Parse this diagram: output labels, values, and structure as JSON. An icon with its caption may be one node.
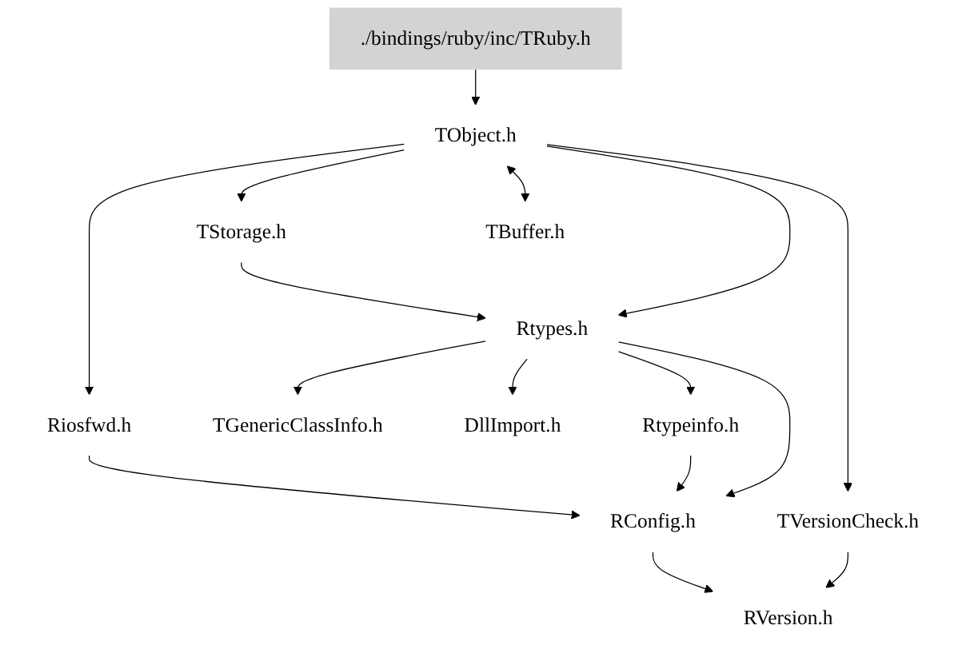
{
  "diagram": {
    "nodes": [
      {
        "text": [
          "./bindings/ruby/inc/TRuby.h"
        ]
      },
      {
        "text": [
          "TObject.h"
        ]
      },
      {
        "text": [
          "TStorage.h"
        ]
      },
      {
        "text": [
          "TBuffer.h"
        ]
      },
      {
        "text": [
          "Riosfwd.h"
        ]
      },
      {
        "text": [
          "Rtypes.h"
        ]
      },
      {
        "text": [
          "TVersionCheck.h"
        ]
      },
      {
        "text": [
          "TGenericClassInfo.h"
        ]
      },
      {
        "text": [
          "DllImport.h"
        ]
      },
      {
        "text": [
          "Rtypeinfo.h"
        ]
      },
      {
        "text": [
          "RConfig.h"
        ]
      },
      {
        "text": [
          "RVersion.h"
        ]
      }
    ],
    "edges": [
      {
        "from": 0,
        "to": 1,
        "arrow": "to"
      },
      {
        "from": 1,
        "to": 4,
        "arrow": "to"
      },
      {
        "from": 1,
        "to": 2,
        "arrow": "to"
      },
      {
        "from": 1,
        "to": 3,
        "arrow": "both"
      },
      {
        "from": 1,
        "to": 5,
        "arrow": "to"
      },
      {
        "from": 1,
        "to": 6,
        "arrow": "to"
      },
      {
        "from": 2,
        "to": 5,
        "arrow": "to"
      },
      {
        "from": 5,
        "to": 7,
        "arrow": "to"
      },
      {
        "from": 5,
        "to": 8,
        "arrow": "to"
      },
      {
        "from": 5,
        "to": 9,
        "arrow": "to"
      },
      {
        "from": 5,
        "to": 10,
        "arrow": "to"
      },
      {
        "from": 4,
        "to": 10,
        "arrow": "to"
      },
      {
        "from": 9,
        "to": 10,
        "arrow": "to"
      },
      {
        "from": 10,
        "to": 11,
        "arrow": "to"
      },
      {
        "from": 6,
        "to": 11,
        "arrow": "to"
      }
    ]
  }
}
